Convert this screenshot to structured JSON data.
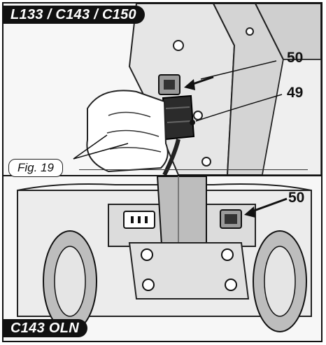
{
  "labels": {
    "top_models": "L133 / C143 / C150",
    "bottom_model": "C143 OLN",
    "figure": "Fig. 19"
  },
  "callouts": {
    "top_socket": "50",
    "top_plug": "49",
    "bottom_socket": "50"
  },
  "colors": {
    "ink": "#111111",
    "paper": "#ffffff",
    "shade": "#d9d9d9",
    "mid": "#bdbdbd"
  }
}
